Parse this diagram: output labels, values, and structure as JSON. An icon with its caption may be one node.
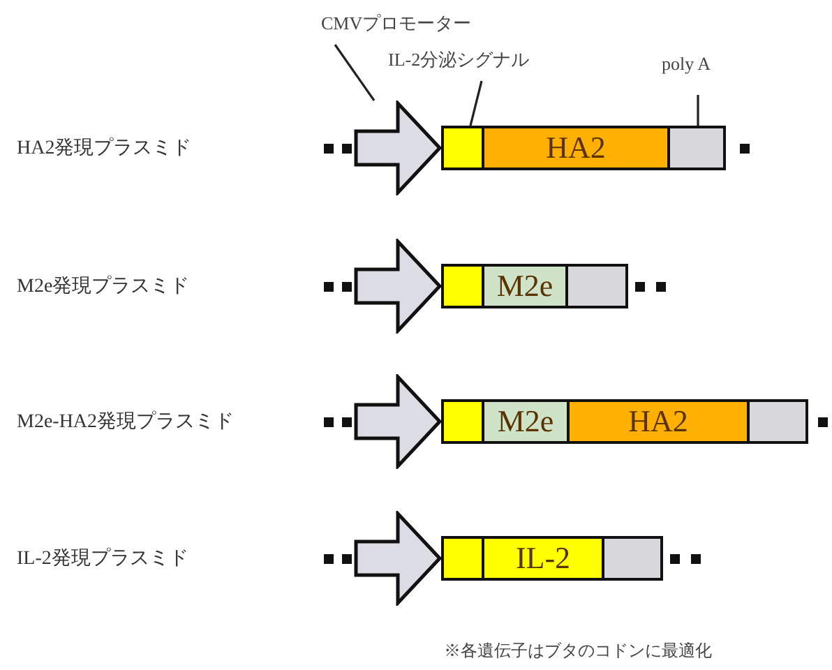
{
  "diagram": {
    "nodes": [
      {
        "text": [
          "CMVプロモーター"
        ]
      },
      {
        "text": [
          "IL-2分泌シグナル"
        ]
      },
      {
        "text": [
          "poly A"
        ]
      },
      {
        "text": [],
        "shape": "arrow"
      },
      {
        "text": [],
        "shape": "box"
      },
      {
        "text": [
          "HA2"
        ]
      },
      {
        "text": [],
        "shape": "box"
      },
      {
        "text": [],
        "shape": "arrow"
      },
      {
        "text": [],
        "shape": "box"
      },
      {
        "text": [
          "M2e"
        ]
      },
      {
        "text": [],
        "shape": "box"
      },
      {
        "text": [],
        "shape": "arrow"
      },
      {
        "text": [],
        "shape": "box"
      },
      {
        "text": [
          "M2e"
        ]
      },
      {
        "text": [
          "HA2"
        ]
      },
      {
        "text": [],
        "shape": "box"
      },
      {
        "text": [],
        "shape": "arrow"
      },
      {
        "text": [],
        "shape": "box"
      },
      {
        "text": [
          "IL-2"
        ]
      },
      {
        "text": [],
        "shape": "box"
      }
    ],
    "edges": [
      {
        "from": 0,
        "to": 3,
        "arrow": "none"
      },
      {
        "from": 1,
        "to": 4,
        "arrow": "none"
      },
      {
        "from": 2,
        "to": 6,
        "arrow": "none"
      }
    ],
    "labels": [
      "HA2発現プラスミド",
      "M2e発現プラスミド",
      "M2e-HA2発現プラスミド",
      "IL-2発現プラスミド",
      "※各遺伝子はブタのコドンに最適化"
    ]
  }
}
